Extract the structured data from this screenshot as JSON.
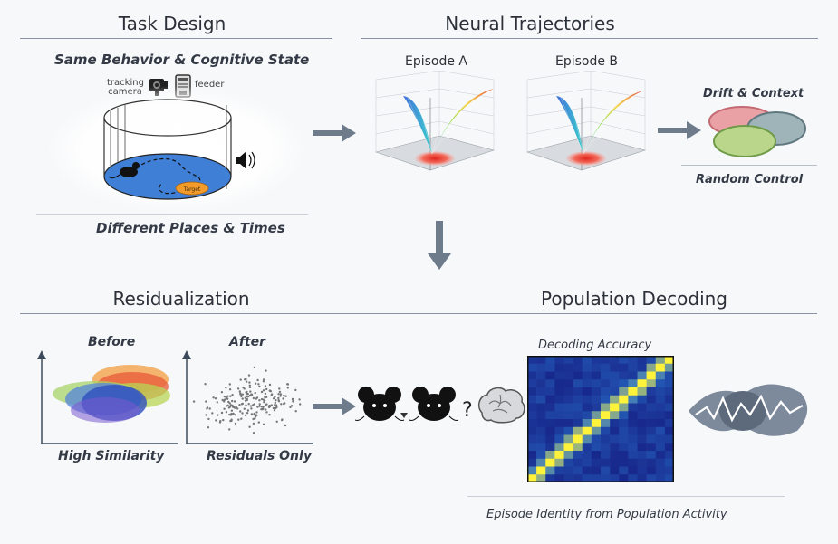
{
  "sections": {
    "task_design": "Task Design",
    "neural_trajectories": "Neural Trajectories",
    "residualization": "Residualization",
    "population_decoding": "Population Decoding"
  },
  "task": {
    "subtitle": "Same Behavior & Cognitive State",
    "camera_label_1": "tracking",
    "camera_label_2": "camera",
    "feeder_label": "feeder",
    "target_label": "Target",
    "bottom": "Different Places & Times"
  },
  "trajectories": {
    "episode_a": "Episode A",
    "episode_b": "Episode B",
    "drift": "Drift & Context",
    "random": "Random Control"
  },
  "residual": {
    "before": "Before",
    "after": "After",
    "high_similarity": "High Similarity",
    "residuals_only": "Residuals Only"
  },
  "decoding": {
    "heatmap_title": "Decoding Accuracy",
    "bottom": "Episode Identity from Population Activity"
  },
  "colors": {
    "arrow": "#6e7b8b",
    "arena_blue": "#3f7fd6",
    "target_orange": "#f39c2b",
    "heat_low": "#1d2f8f",
    "heat_high": "#fff23a"
  }
}
